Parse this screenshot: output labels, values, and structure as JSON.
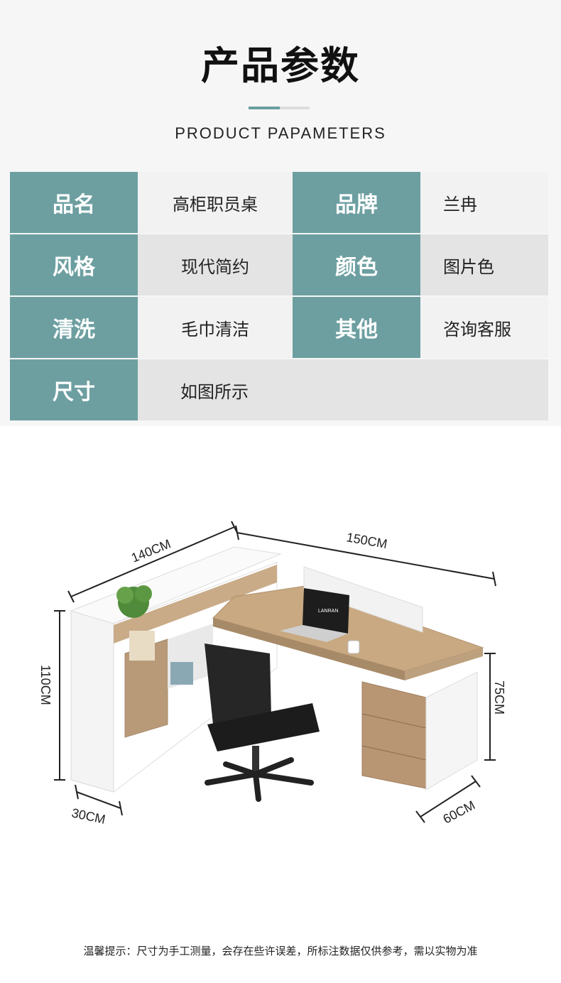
{
  "header": {
    "title": "产品参数",
    "subtitle": "PRODUCT PAPAMETERS"
  },
  "params": {
    "name_label": "品名",
    "name_value": "高柜职员桌",
    "brand_label": "品牌",
    "brand_value": "兰冉",
    "style_label": "风格",
    "style_value": "现代简约",
    "color_label": "颜色",
    "color_value": "图片色",
    "clean_label": "清洗",
    "clean_value": "毛巾清洁",
    "other_label": "其他",
    "other_value": "咨询客服",
    "size_label": "尺寸",
    "size_value": "如图所示"
  },
  "dimensions": {
    "width_left": "140CM",
    "width_right": "150CM",
    "height_cabinet": "110CM",
    "height_desk": "75CM",
    "depth_cabinet": "30CM",
    "depth_desk": "60CM"
  },
  "monitor_brand": "LANRAN",
  "footer": {
    "note": "温馨提示：尺寸为手工测量，会存在些许误差，所标注数据仅供参考，需以实物为准"
  },
  "colors": {
    "accent": "#6d9fa1",
    "wood": "#b99a78",
    "cabinet_white": "#f7f7f7"
  }
}
